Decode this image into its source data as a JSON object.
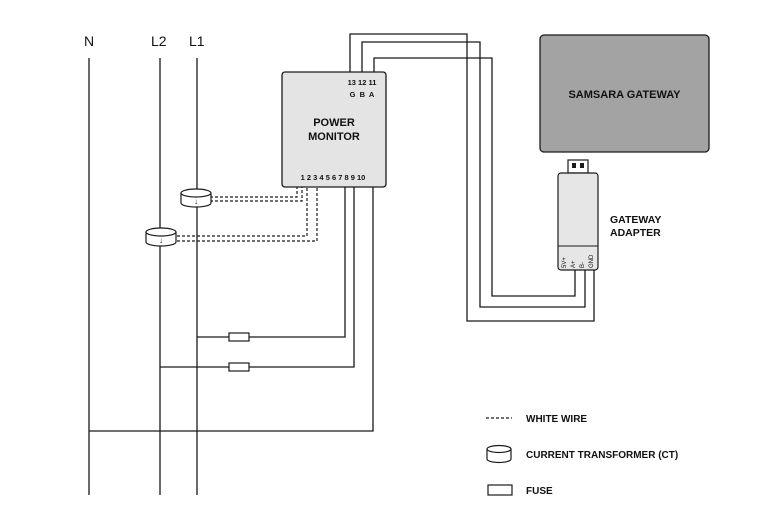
{
  "lines": {
    "n": "N",
    "l2": "L2",
    "l1": "L1"
  },
  "power_monitor": {
    "title_line1": "POWER",
    "title_line2": "MONITOR",
    "top_terminal_numbers": "13 12 11",
    "top_terminal_letters": "G  B  A",
    "bottom_terminals": "1 2 3 4 5 6 7 8 9 10"
  },
  "gateway": {
    "label": "SAMSARA GATEWAY"
  },
  "adapter": {
    "label_line1": "GATEWAY",
    "label_line2": "ADAPTER",
    "pins": [
      "5V+",
      "A+",
      "B-",
      "GND"
    ]
  },
  "ct_symbol": "↓",
  "legend": {
    "white_wire": "WHITE WIRE",
    "ct": "CURRENT TRANSFORMER (CT)",
    "fuse": "FUSE"
  },
  "colors": {
    "gateway_fill": "#a3a3a3",
    "monitor_fill": "#e4e4e4",
    "adapter_fill": "#e6e6e6",
    "line": "#1a1a1a"
  }
}
